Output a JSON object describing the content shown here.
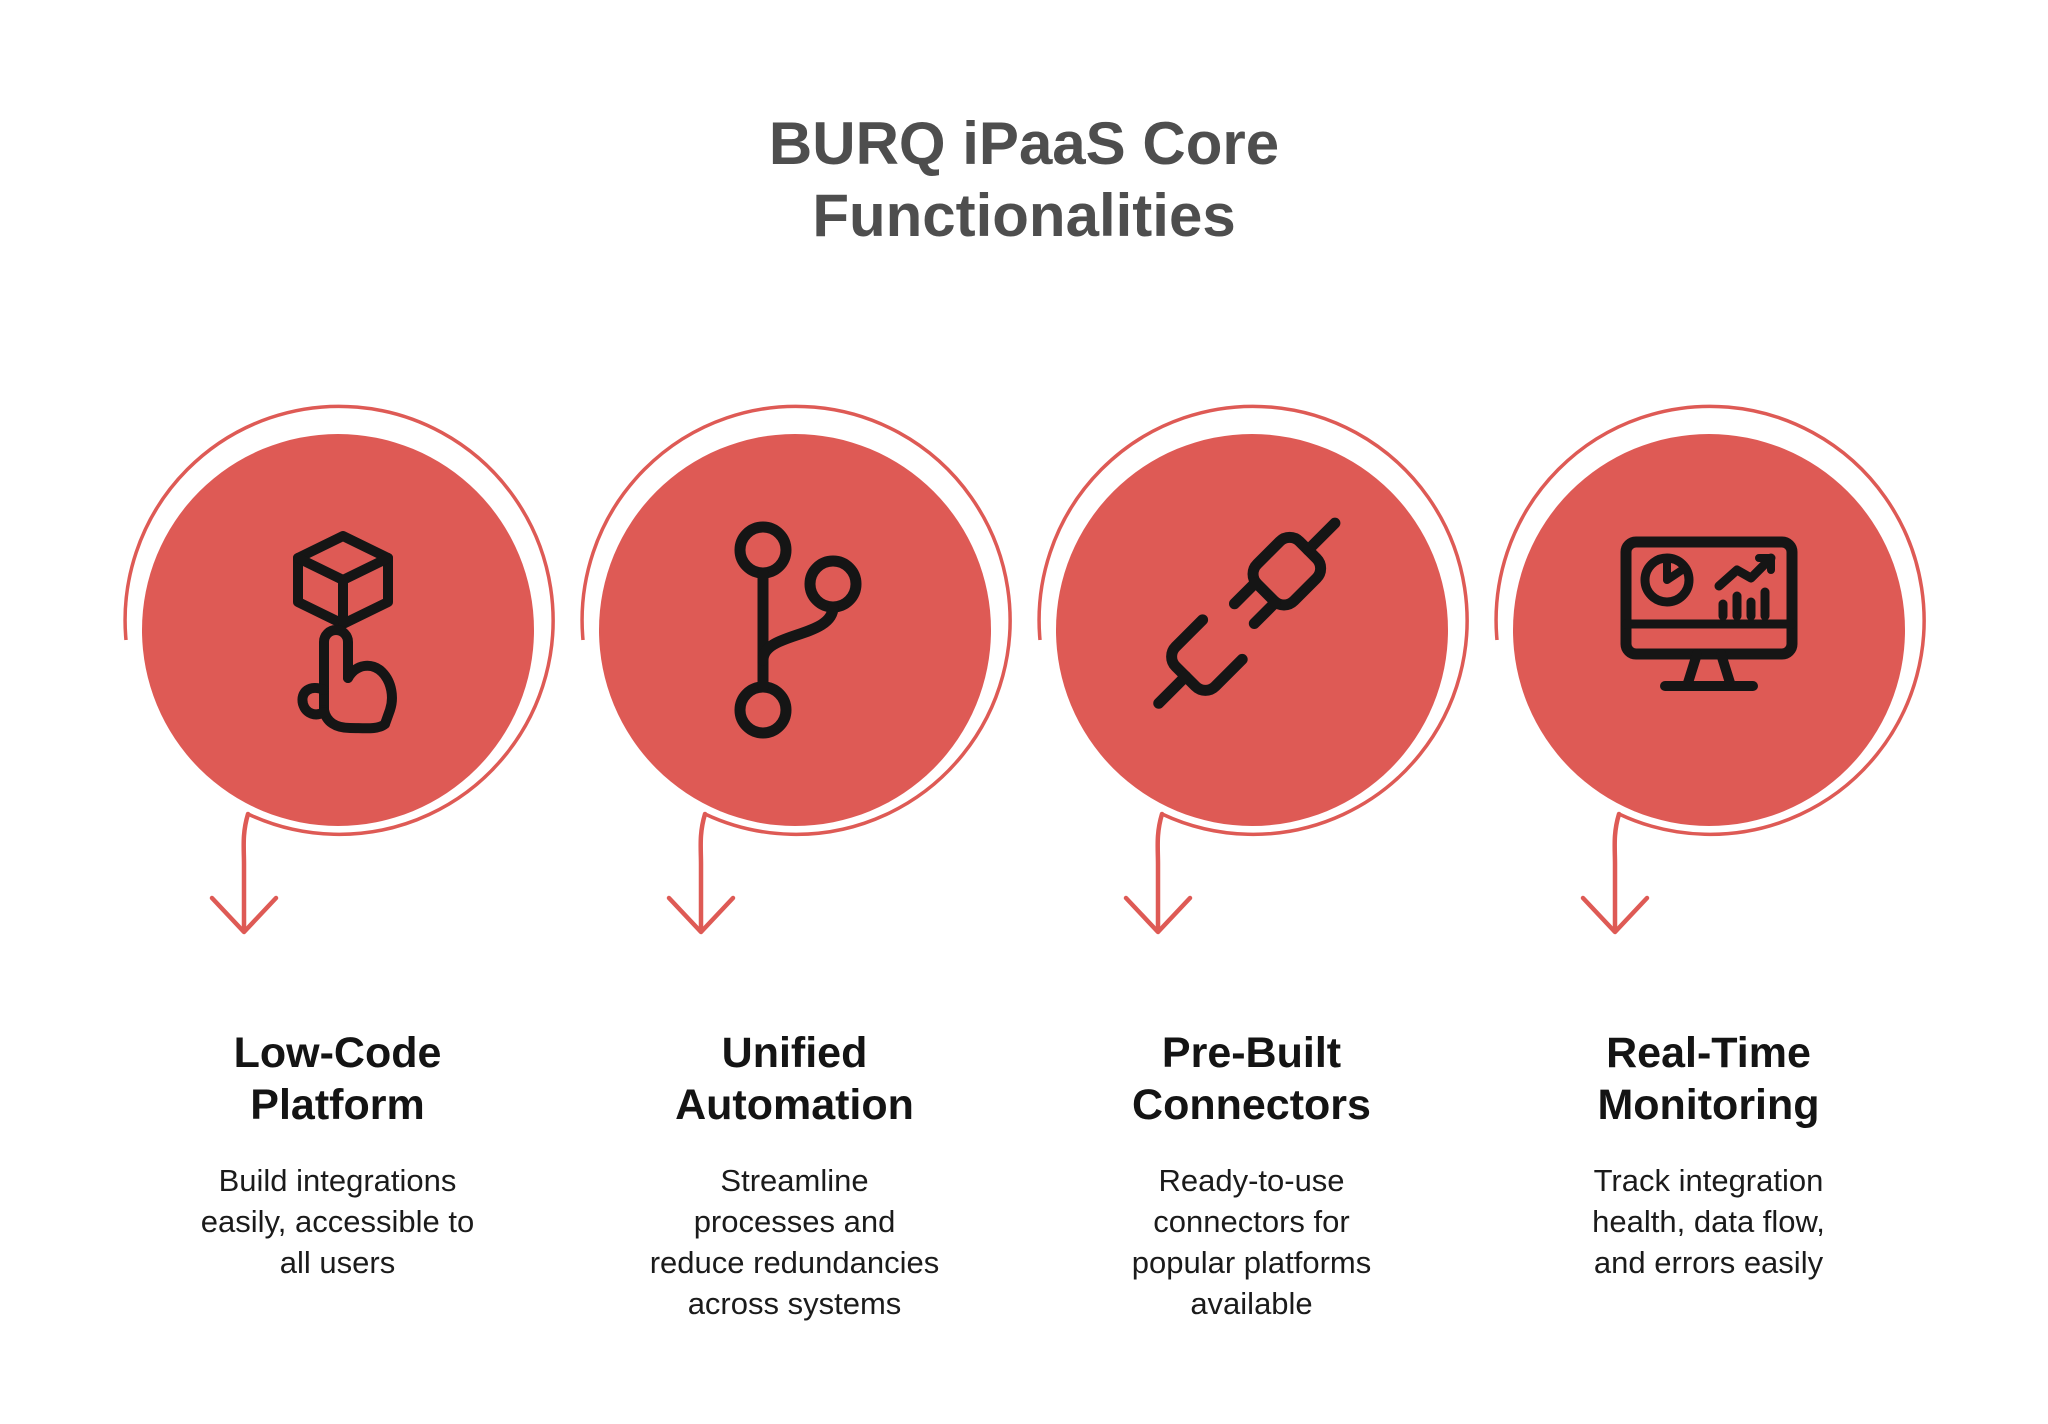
{
  "title": "BURQ iPaaS Core\nFunctionalities",
  "colors": {
    "accent": "#de5a55",
    "icon_stroke": "#151515",
    "heading_text": "#4e4e4e",
    "body_text": "#1b1b1b",
    "background": "#ffffff"
  },
  "items": [
    {
      "icon": "cube-tap-icon",
      "title": "Low-Code\nPlatform",
      "description": "Build integrations\neasily, accessible to\nall users"
    },
    {
      "icon": "git-branch-icon",
      "title": "Unified\nAutomation",
      "description": "Streamline\nprocesses and\nreduce redundancies\nacross systems"
    },
    {
      "icon": "plug-connector-icon",
      "title": "Pre-Built\nConnectors",
      "description": "Ready-to-use\nconnectors for\npopular platforms\navailable"
    },
    {
      "icon": "monitor-analytics-icon",
      "title": "Real-Time\nMonitoring",
      "description": "Track integration\nhealth, data flow,\nand errors easily"
    }
  ]
}
